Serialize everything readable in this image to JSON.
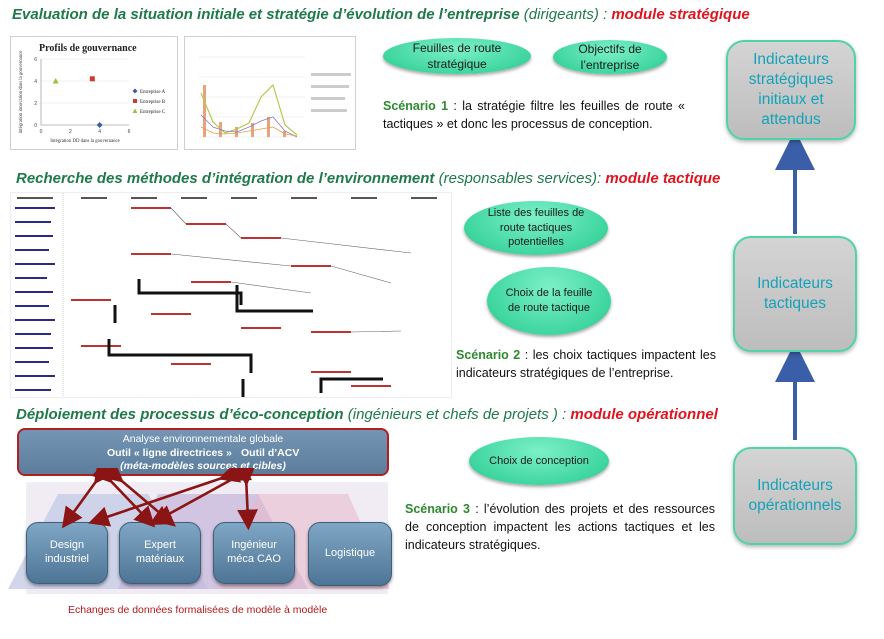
{
  "sections": {
    "strategic": {
      "title": "Evaluation de la situation initiale et stratégie d’évolution de l’entreprise",
      "paren": "(dirigeants) : ",
      "module": "module stratégique"
    },
    "tactical": {
      "title": "Recherche des méthodes d’intégration de l’environnement",
      "paren": "(responsables services): ",
      "module": "module tactique"
    },
    "operational": {
      "title": "Déploiement des processus d’éco-conception",
      "paren": "(ingénieurs et chefs de projets ) : ",
      "module": "module opérationnel"
    }
  },
  "ovals": {
    "feuilles_route": "Feuilles de route stratégique",
    "objectifs": "Objectifs de l’entreprise",
    "liste_feuilles": "Liste des feuilles de route tactiques potentielles",
    "choix_feuille": "Choix de la feuille de route tactique",
    "choix_conception": "Choix de conception"
  },
  "scenarios": {
    "s1": {
      "label": "Scénario 1",
      "text": " : la stratégie filtre les feuilles de route « tactiques » et donc les processus de conception."
    },
    "s2": {
      "label": "Scénario 2",
      "text": " : les choix tactiques impactent les indicateurs stratégiques de l’entreprise."
    },
    "s3": {
      "label": "Scénario 3",
      "text": " : l’évolution des projets et des ressources de conception impactent les actions tactiques et les indicateurs stratégiques."
    }
  },
  "indicators": {
    "strategic": "Indicateurs stratégiques initiaux et attendus",
    "tactical": "Indicateurs tactiques",
    "operational": "Indicateurs opérationnels"
  },
  "colors": {
    "accent_green": "#1f7a4a",
    "module_red": "#e0141e",
    "indicator_text": "#14a2b8",
    "arrow_blue": "#3b5ea8",
    "arrow_red": "#8b1515"
  },
  "chart_data": [
    {
      "type": "scatter",
      "title": "Profils de gouvernance",
      "xlabel": "Intégration DD dans la gouvernance",
      "ylabel": "intégration innovation dans la gouvernance",
      "xlim": [
        0,
        6
      ],
      "ylim": [
        0,
        6
      ],
      "x_ticks": [
        "0",
        "2",
        "4",
        "6"
      ],
      "y_ticks": [
        "0",
        "2",
        "4",
        "6"
      ],
      "legend_position": "right",
      "series": [
        {
          "name": "Entreprise A",
          "color": "#3b5ea8",
          "marker": "diamond",
          "points": [
            [
              4,
              0
            ]
          ]
        },
        {
          "name": "Entreprise B",
          "color": "#d03a2a",
          "marker": "square",
          "points": [
            [
              3.5,
              4.2
            ]
          ]
        },
        {
          "name": "Entreprise C",
          "color": "#9ec13b",
          "marker": "triangle",
          "points": [
            [
              1,
              4
            ]
          ]
        }
      ]
    }
  ],
  "ops": {
    "banner_title": "Analyse environnementale globale",
    "tool_left": "Outil « ligne directrices »",
    "tool_right": "Outil d’ACV",
    "subtitle": "(méta-modèles sources et cibles)",
    "roles": [
      "Design industriel",
      "Expert matériaux",
      "Ingénieur méca CAO",
      "Logistique"
    ],
    "footer": "Echanges de données formalisées de modèle à modèle"
  }
}
